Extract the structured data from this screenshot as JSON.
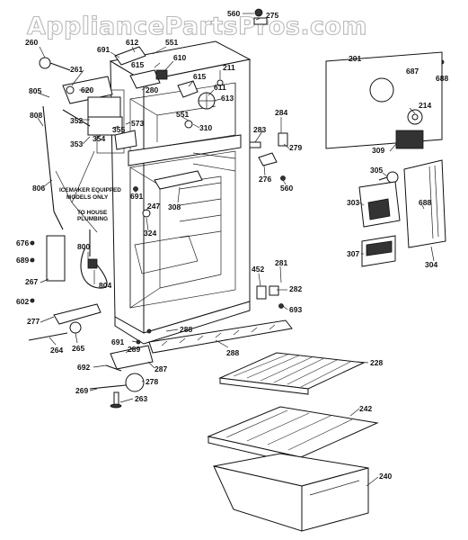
{
  "watermark": "AppliancePartsPros.com",
  "notes": {
    "icemaker_line1": "ICEMAKER EQUIPPED",
    "icemaker_line2": "MODELS ONLY",
    "plumbing_line1": "TO HOUSE",
    "plumbing_line2": "PLUMBING"
  },
  "labels": {
    "p560a": "560",
    "p275": "275",
    "p260": "260",
    "p691a": "691",
    "p612": "612",
    "p551a": "551",
    "p615": "615",
    "p610": "610",
    "p211": "211",
    "p201": "201",
    "p687": "687",
    "p688a": "688",
    "p261": "261",
    "p805": "805",
    "p620": "620",
    "p280": "280",
    "p615b": "615",
    "p611": "611",
    "p613": "613",
    "p214": "214",
    "p808": "808",
    "p352": "352",
    "p355": "355",
    "p573": "573",
    "p551b": "551",
    "p310": "310",
    "p284": "284",
    "p283": "283",
    "p279": "279",
    "p309": "309",
    "p353": "353",
    "p354": "354",
    "p276": "276",
    "p560b": "560",
    "p305": "305",
    "p806": "806",
    "p691b": "691",
    "p308": "308",
    "p247": "247",
    "p303": "303",
    "p688b": "688",
    "p324": "324",
    "p676": "676",
    "p800": "800",
    "p689": "689",
    "p307": "307",
    "p304": "304",
    "p267": "267",
    "p804": "804",
    "p452": "452",
    "p281": "281",
    "p282": "282",
    "p602": "602",
    "p693": "693",
    "p277": "277",
    "p288a": "288",
    "p264": "264",
    "p265": "265",
    "p691c": "691",
    "p289": "289",
    "p288b": "288",
    "p228": "228",
    "p692": "692",
    "p287": "287",
    "p278": "278",
    "p269": "269",
    "p263": "263",
    "p242": "242",
    "p240": "240"
  }
}
